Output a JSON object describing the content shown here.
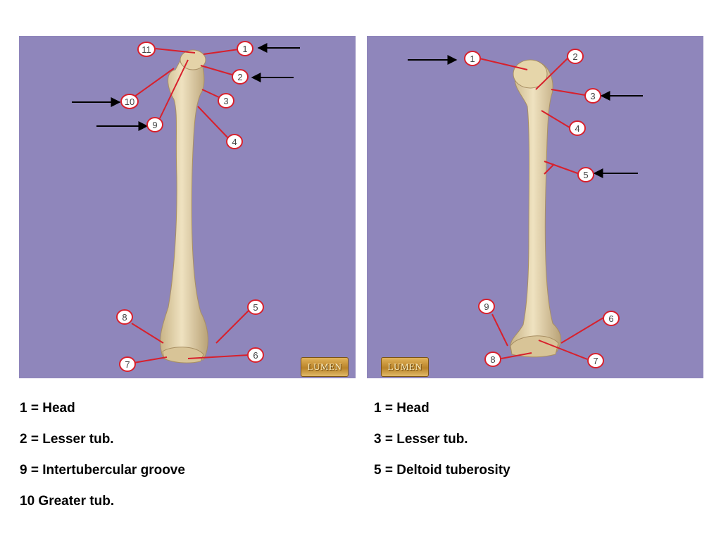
{
  "left_diagram": {
    "callouts": {
      "c1": "1",
      "c2": "2",
      "c3": "3",
      "c4": "4",
      "c5": "5",
      "c6": "6",
      "c7": "7",
      "c8": "8",
      "c9": "9",
      "c10": "10",
      "c11": "11"
    },
    "watermark": "LUMEN"
  },
  "right_diagram": {
    "callouts": {
      "c1": "1",
      "c2": "2",
      "c3": "3",
      "c4": "4",
      "c5": "5",
      "c6": "6",
      "c7": "7",
      "c8": "8",
      "c9": "9"
    },
    "watermark": "LUMEN"
  },
  "legend_left": [
    "1 = Head",
    "2 = Lesser tub.",
    "9 = Intertubercular groove",
    "10 Greater tub."
  ],
  "legend_right": [
    "1 = Head",
    "3 = Lesser tub.",
    "5 = Deltoid tuberosity"
  ],
  "colors": {
    "background": "#8f86bb",
    "bone": "#e6d6ad",
    "leader_line": "#d8202c",
    "callout_border": "#d8202c"
  }
}
